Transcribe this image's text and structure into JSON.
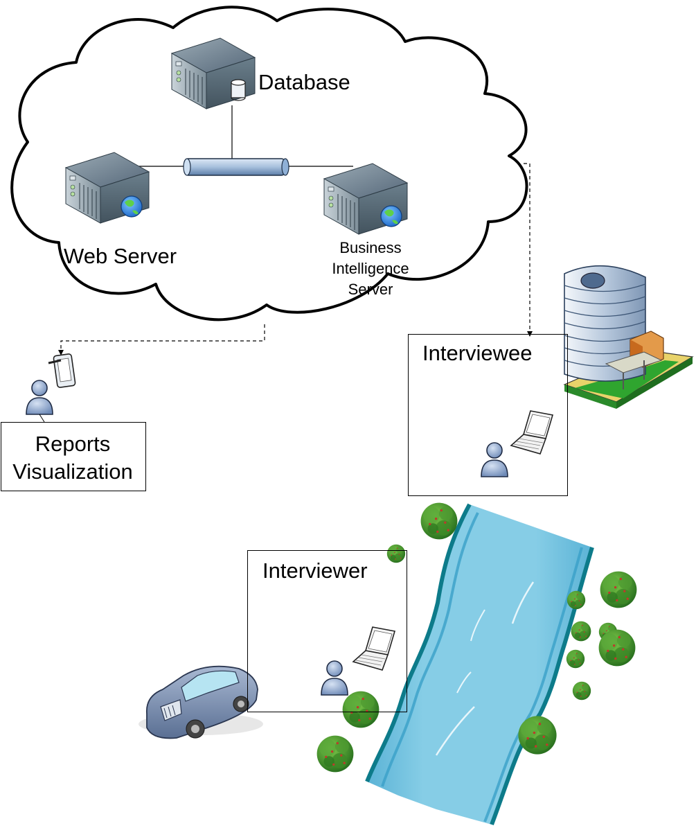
{
  "cloud": {
    "database_label": "Database",
    "web_server_label": "Web Server",
    "bi_server_label": [
      "Business",
      "Intelligence",
      "Server"
    ]
  },
  "reports": {
    "label": [
      "Reports",
      "Visualization"
    ]
  },
  "interviewee": {
    "label": "Interviewee"
  },
  "interviewer": {
    "label": "Interviewer"
  },
  "icons": [
    "cloud-icon",
    "database-server-icon",
    "web-server-icon",
    "bi-server-icon",
    "network-bus-icon",
    "tablet-icon",
    "user-icon",
    "laptop-icon",
    "office-building-icon",
    "river-icon",
    "tree-icon",
    "car-icon"
  ],
  "colors": {
    "server_dark": "#5f7380",
    "server_light": "#9db0bc",
    "bus": "#9cb6d6",
    "river": "#7fc8e3",
    "river_bank": "#0d7b8a",
    "tree": "#3f9a2e",
    "user": "#8aa3cc"
  }
}
